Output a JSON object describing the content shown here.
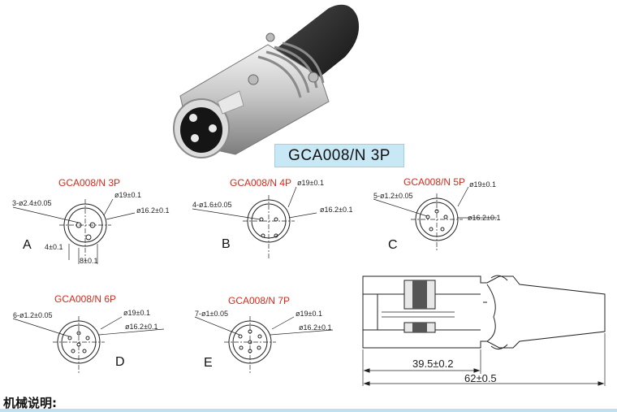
{
  "product": {
    "model_badge": "GCA008/N 3P"
  },
  "variants": [
    {
      "title": "GCA008/N 3P",
      "letter": "A",
      "holes": "3-ø2.4±0.05",
      "outer": "ø19±0.1",
      "inner": "ø16.2±0.1",
      "dim_side": "4±0.1",
      "dim_bottom": "8±0.1"
    },
    {
      "title": "GCA008/N 4P",
      "letter": "B",
      "holes": "4-ø1.6±0.05",
      "outer": "ø19±0.1",
      "inner": "ø16.2±0.1"
    },
    {
      "title": "GCA008/N 5P",
      "letter": "C",
      "holes": "5-ø1.2±0.05",
      "outer": "ø19±0.1",
      "inner": "ø16.2±0.1"
    },
    {
      "title": "GCA008/N 6P",
      "letter": "D",
      "holes": "6-ø1.2±0.05",
      "outer": "ø19±0.1",
      "inner": "ø16.2±0.1"
    },
    {
      "title": "GCA008/N 7P",
      "letter": "E",
      "holes": "7-ø1±0.05",
      "outer": "ø19±0.1",
      "inner": "ø16.2±0.1"
    }
  ],
  "side_view": {
    "dim_inner": "39.5±0.2",
    "dim_total": "62±0.5"
  },
  "footer": {
    "label": "机械说明:"
  }
}
